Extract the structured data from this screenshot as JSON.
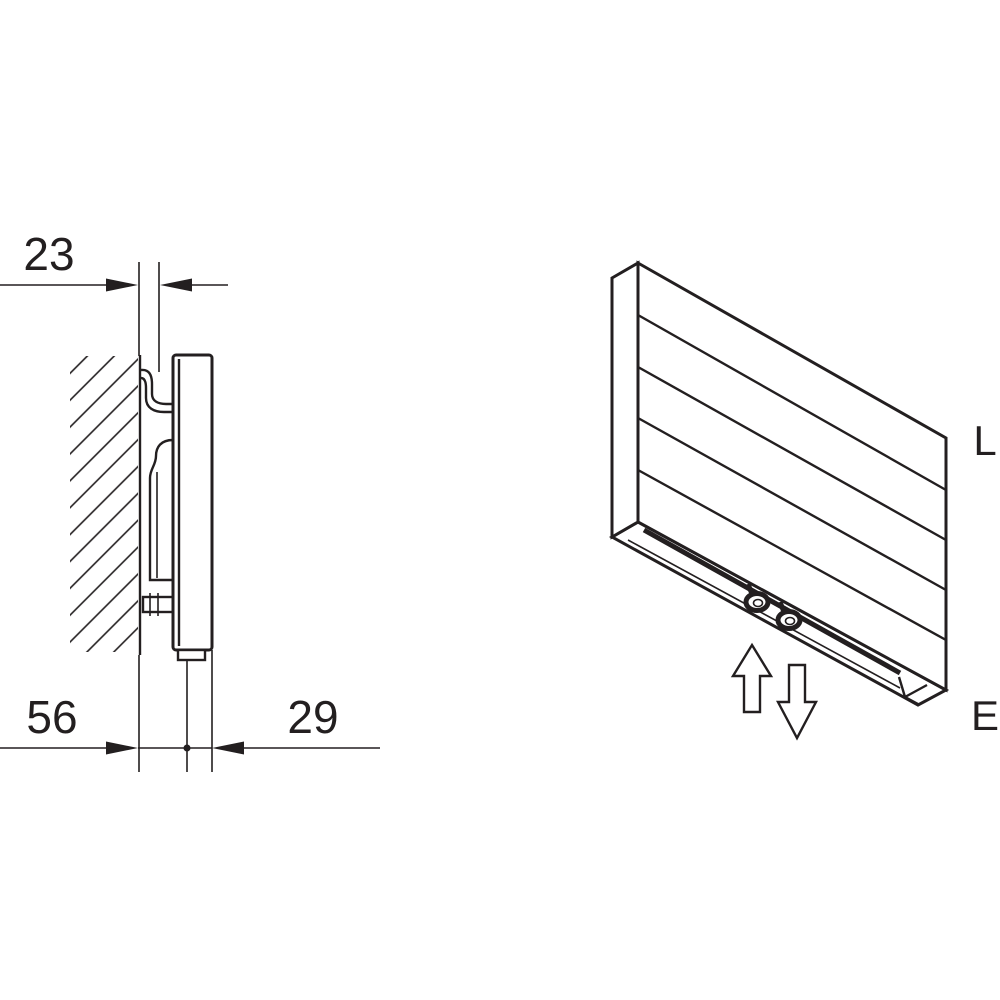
{
  "side_view": {
    "dimensions": {
      "top": "23",
      "bottom_left": "56",
      "bottom_right": "29"
    }
  },
  "perspective_view": {
    "labels": [
      "L",
      "E"
    ]
  },
  "colors": {
    "line": "#231f20",
    "background": "#ffffff"
  }
}
